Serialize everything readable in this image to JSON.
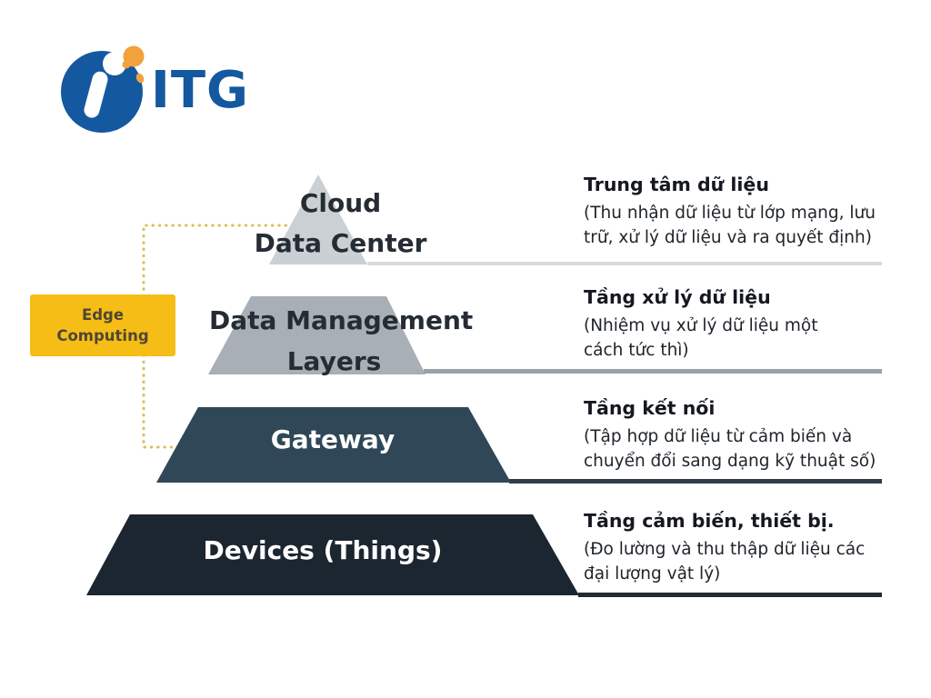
{
  "logo": {
    "text": "ITG",
    "brand_blue": "#1458A0",
    "accent_orange": "#F2A13C",
    "mark": "itg-circle-i-mark"
  },
  "edge_box": {
    "line1": "Edge",
    "line2": "Computing",
    "bg": "#F6BD17",
    "text_color": "#4F4734"
  },
  "connector": {
    "style": "dotted",
    "color": "#D6C158"
  },
  "pyramid": {
    "layers": [
      {
        "label_line1": "Cloud",
        "label_line2": "Data Center",
        "color": "#CBD0D5",
        "text_color": "#262C34"
      },
      {
        "label_line1": "Data Management",
        "label_line2": "Layers",
        "color": "#A8AFB6",
        "text_color": "#262C34"
      },
      {
        "label_line1": "Gateway",
        "label_line2": "",
        "color": "#2F4756",
        "text_color": "#FFFFFF"
      },
      {
        "label_line1": "Devices (Things)",
        "label_line2": "",
        "color": "#1C2630",
        "text_color": "#FFFFFF"
      }
    ]
  },
  "annotations": [
    {
      "title": "Trung tâm dữ liệu",
      "desc_line1": "(Thu nhận dữ liệu từ lớp mạng, lưu",
      "desc_line2": "trữ, xử lý dữ liệu và ra quyết định)",
      "rule_color": "#D8DBDD"
    },
    {
      "title": "Tầng xử lý dữ liệu",
      "desc_line1": "(Nhiệm vụ xử lý dữ liệu một",
      "desc_line2": "cách tức thì)",
      "rule_color": "#9AA2A9"
    },
    {
      "title": "Tầng kết nối",
      "desc_line1": "(Tập hợp dữ liệu từ cảm biến và",
      "desc_line2": "chuyển đổi sang dạng kỹ thuật số)",
      "rule_color": "#2F3E4A"
    },
    {
      "title": "Tầng cảm biến, thiết bị.",
      "desc_line1": "(Đo lường và thu thập dữ liệu các",
      "desc_line2": "đại lượng vật lý)",
      "rule_color": "#222B31"
    }
  ]
}
